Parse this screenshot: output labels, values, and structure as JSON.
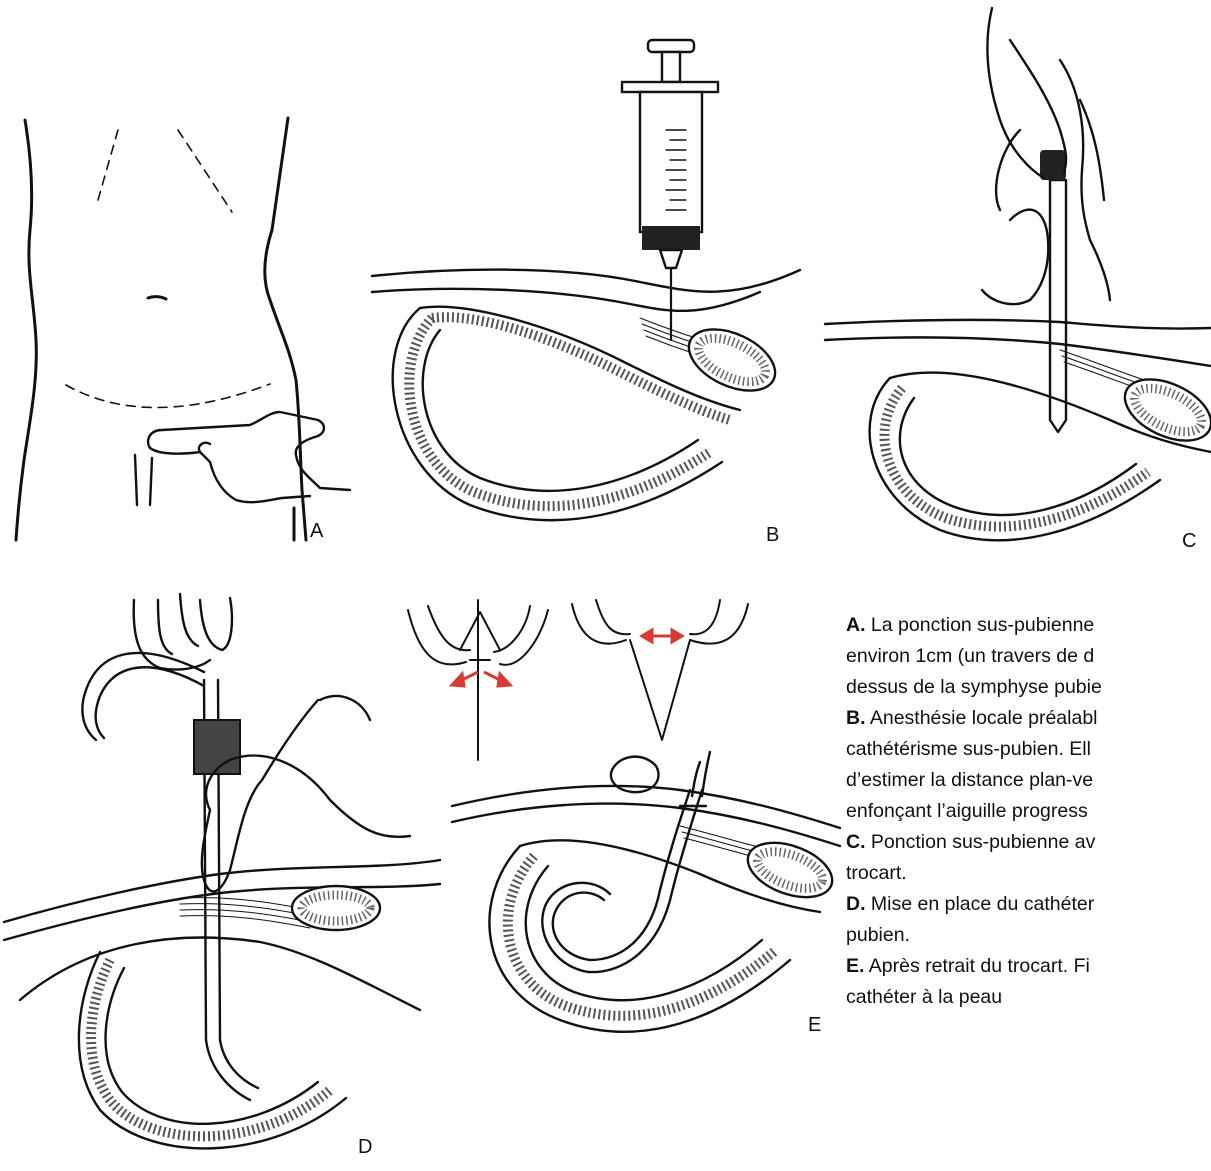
{
  "panels": [
    {
      "key": "A",
      "label": "A"
    },
    {
      "key": "B",
      "label": "B"
    },
    {
      "key": "C",
      "label": "C"
    },
    {
      "key": "D",
      "label": "D"
    },
    {
      "key": "E",
      "label": "E"
    }
  ],
  "caption": {
    "items": [
      {
        "key": "A.",
        "lines": [
          "La ponction sus-pubienne",
          "environ 1cm (un travers de d",
          "dessus de la symphyse pubie"
        ]
      },
      {
        "key": "B.",
        "lines": [
          "Anesthésie locale préalabl",
          "cathétérisme sus-pubien. Ell",
          "d’estimer la distance plan-ve",
          "enfonçant l’aiguille progress"
        ]
      },
      {
        "key": "C.",
        "lines": [
          "Ponction sus-pubienne av",
          "trocart."
        ]
      },
      {
        "key": "D.",
        "lines": [
          "Mise en place du cathéter",
          "pubien."
        ]
      },
      {
        "key": "E.",
        "lines": [
          "Après retrait du trocart. Fi",
          "cathéter à la peau"
        ]
      }
    ]
  },
  "colors": {
    "ink": "#111111",
    "arrow": "#d83a34",
    "stipple": "#555555"
  }
}
